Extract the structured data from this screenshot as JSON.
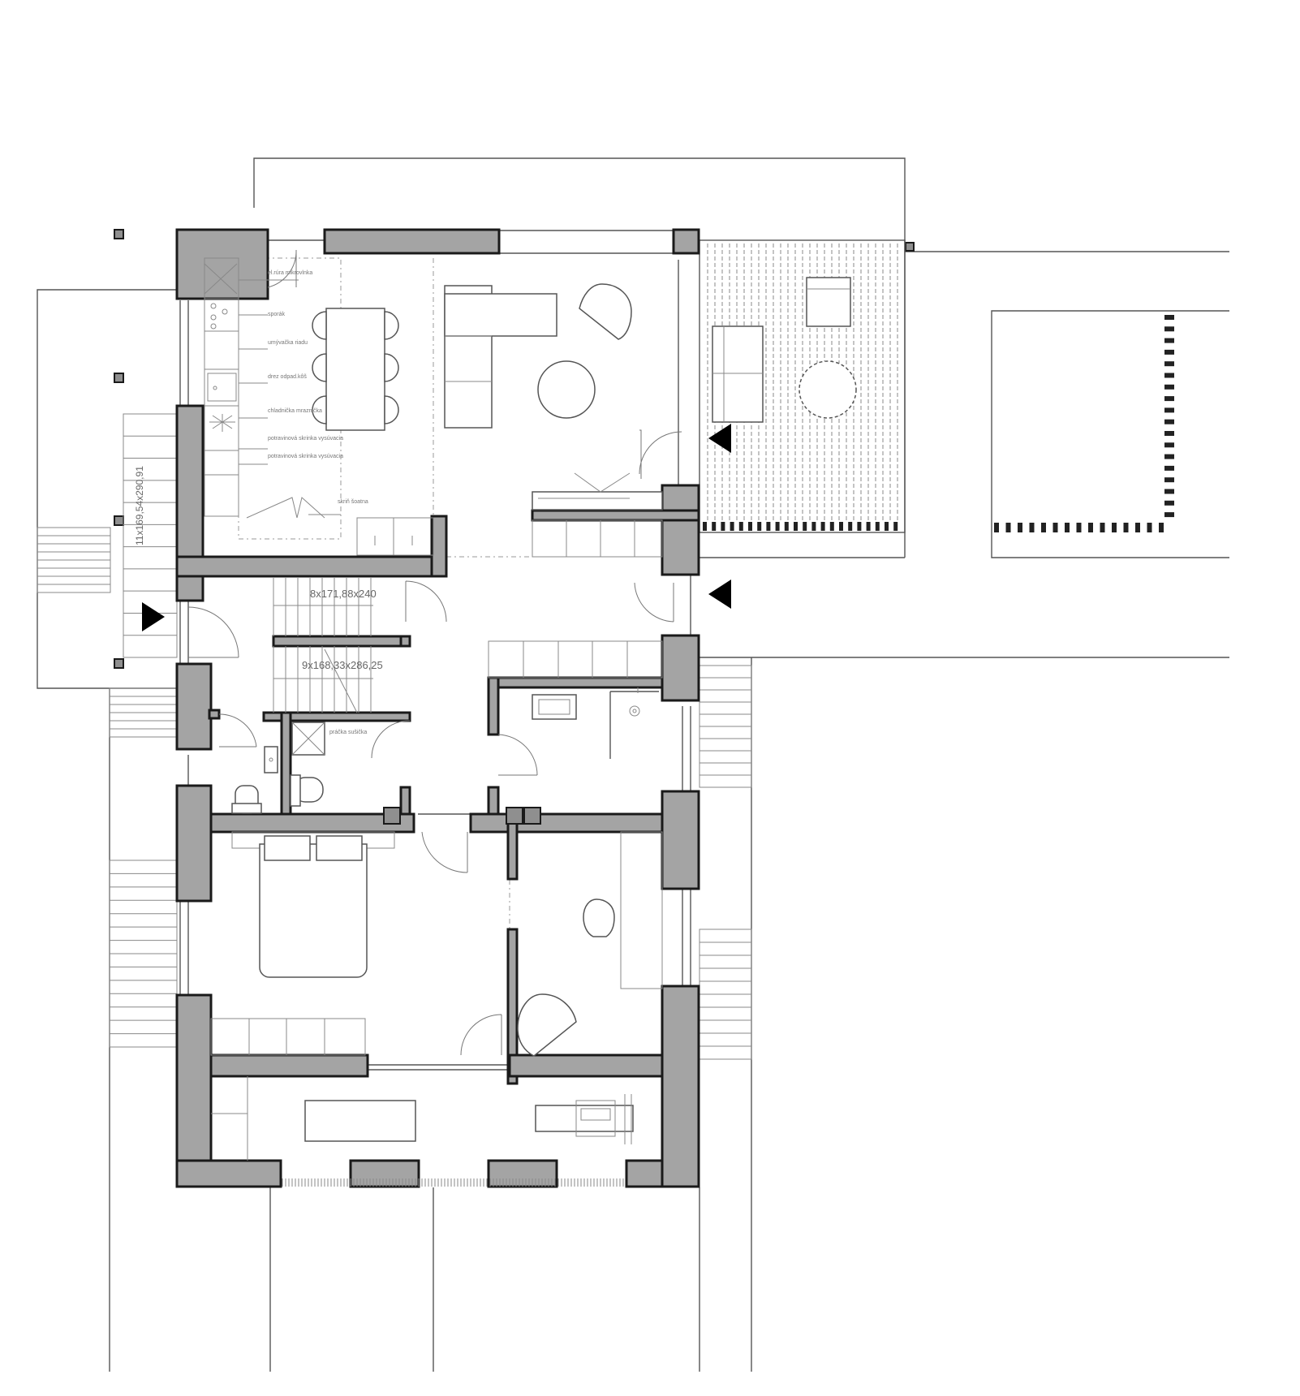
{
  "kitchen_labels": {
    "microwave": "el.rúra mikrovlnka",
    "stove": "sporák",
    "dishwasher": "umývačka riadu",
    "sink": "drez odpad.kôš",
    "fridge": "chladnička mraznička",
    "pantry1": "potravinová skrinka vysúvacia",
    "pantry2": "potravinová skrinka vysúvacia",
    "foyer": "skriň šoatna"
  },
  "laundry_label": "práčka sušička",
  "stairs": {
    "upper": "8x171,88x240",
    "lower": "9x168,33x286,25",
    "exterior": "11x169,54x290,91"
  },
  "colors": {
    "wall_fill": "#a4a4a4",
    "line": "#1a1a1a",
    "background": "#ffffff"
  }
}
